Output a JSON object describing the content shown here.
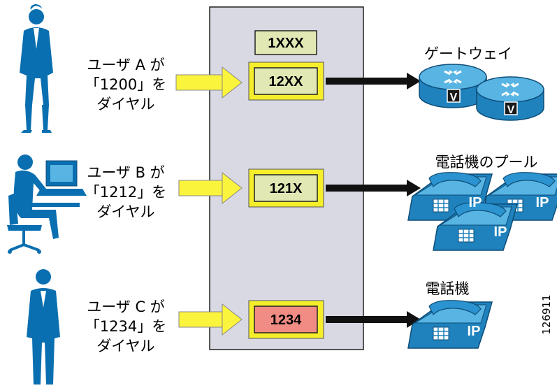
{
  "users": [
    {
      "line1": "ユーザ A が",
      "line2": "「1200」を",
      "line3": "ダイヤル"
    },
    {
      "line1": "ユーザ  B が",
      "line2": "「1212」を",
      "line3": "ダイヤル"
    },
    {
      "line1": "ユーザ C が",
      "line2": "「1234」を",
      "line3": "ダイヤル"
    }
  ],
  "patterns": {
    "top": "1XXX",
    "a": "12XX",
    "b": "121X",
    "c": "1234"
  },
  "destinations": {
    "gateway": "ゲートウェイ",
    "pool": "電話機のプール",
    "phone": "電話機"
  },
  "icon_text": {
    "router_badge": "V",
    "phone_badge": "IP"
  },
  "figure_id": "126911",
  "colors": {
    "panel": "#d9d9e3",
    "pattern_fill": "#e1e8b4",
    "pattern_match_fill": "#f08c83",
    "highlight_border": "#f5ee2b",
    "arrow_yellow": "#fbf43c",
    "device_blue": "#1f82bd",
    "device_light": "#58b4e3",
    "person_blue": "#0a6fb0"
  }
}
